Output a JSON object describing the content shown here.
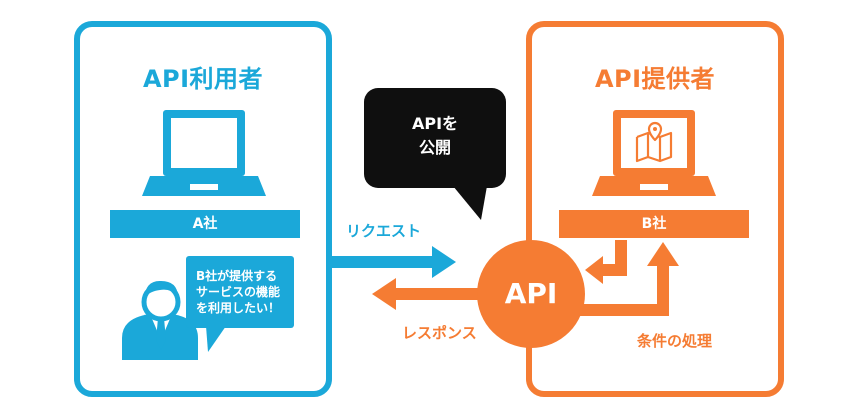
{
  "colors": {
    "consumer": "#1ba8d9",
    "provider": "#f57c33",
    "dark": "#0f0f0f",
    "white": "#ffffff"
  },
  "consumer": {
    "title": "API利用者",
    "company": "A社",
    "speech": "B社が提供する\nサービスの機能\nを利用したい！",
    "icons": [
      "laptop-icon",
      "businessman-icon",
      "speech-bubble-icon"
    ]
  },
  "provider": {
    "title": "API提供者",
    "company": "B社",
    "icons": [
      "laptop-icon",
      "map-pin-icon"
    ]
  },
  "center": {
    "callout": "APIを\n公開",
    "api_label": "API",
    "request_label": "リクエスト",
    "response_label": "レスポンス",
    "processing_label": "条件の処理"
  }
}
